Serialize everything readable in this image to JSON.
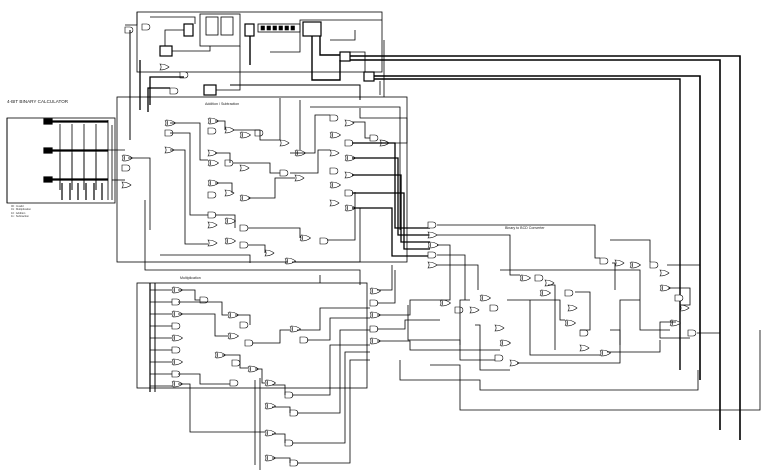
{
  "diagram": {
    "title": "4-BIT BINARY CALCULATOR",
    "section_labels": {
      "add_sub": "Addition / Subtraction",
      "multiplication": "Multiplication",
      "binary_to_bcd": "Binary to BCD Converter"
    },
    "legend": [
      "00 : Invalid",
      "01 : Multiplication",
      "10 : Addition",
      "11 : Subtraction"
    ],
    "colors": {
      "wire": "#000000",
      "gate_fill": "#ffffff",
      "gate_stroke": "#000000"
    }
  }
}
